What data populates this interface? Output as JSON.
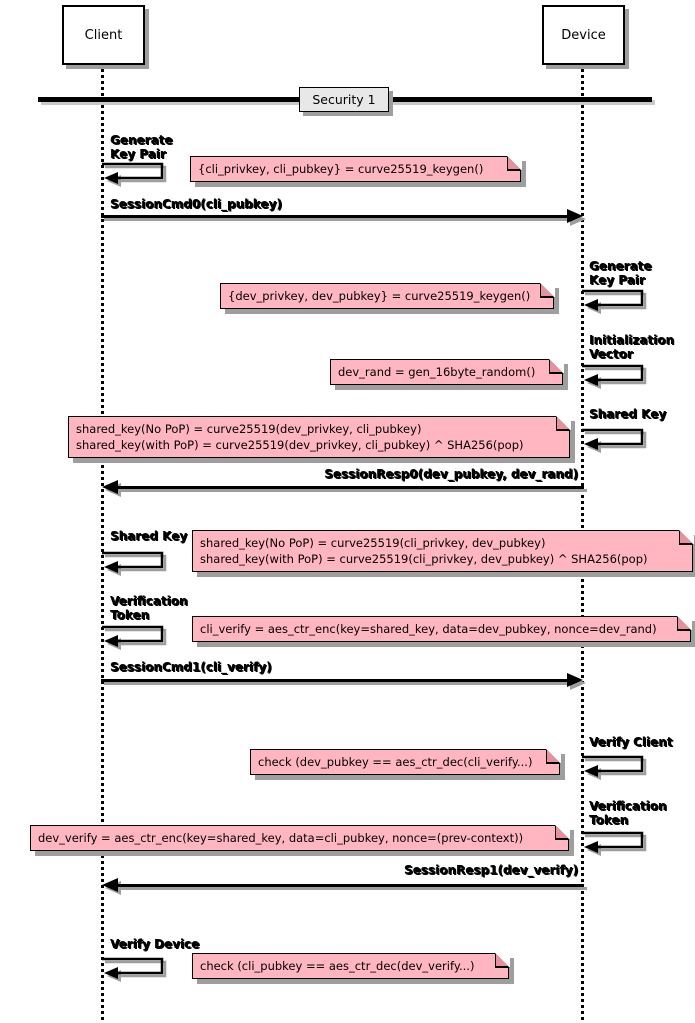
{
  "actors": [
    {
      "name": "Client"
    },
    {
      "name": "Device"
    }
  ],
  "separator": {
    "label": "Security 1"
  },
  "colors": {
    "note_fill": "#ffb6c1",
    "note_border": "#000000",
    "shadow": "#9e9e9e",
    "line": "#000000",
    "separator_fill": "#e8e8e8"
  },
  "steps": [
    {
      "id": 1,
      "type": "self-action",
      "actor": "Client",
      "label": "Generate\nKey Pair",
      "note": "{cli_privkey, cli_pubkey} = curve25519_keygen()"
    },
    {
      "id": 2,
      "type": "message",
      "from": "Client",
      "to": "Device",
      "label": "SessionCmd0(cli_pubkey)"
    },
    {
      "id": 3,
      "type": "self-action",
      "actor": "Device",
      "label": "Generate\nKey Pair",
      "note": "{dev_privkey, dev_pubkey} = curve25519_keygen()"
    },
    {
      "id": 4,
      "type": "self-action",
      "actor": "Device",
      "label": "Initialization\nVector",
      "note": "dev_rand = gen_16byte_random()"
    },
    {
      "id": 5,
      "type": "self-action",
      "actor": "Device",
      "label": "Shared Key",
      "note": "shared_key(No PoP) = curve25519(dev_privkey, cli_pubkey)\nshared_key(with PoP) = curve25519(dev_privkey, cli_pubkey) ^ SHA256(pop)"
    },
    {
      "id": 6,
      "type": "message",
      "from": "Device",
      "to": "Client",
      "label": "SessionResp0(dev_pubkey, dev_rand)"
    },
    {
      "id": 7,
      "type": "self-action",
      "actor": "Client",
      "label": "Shared Key",
      "note": "shared_key(No PoP) = curve25519(cli_privkey, dev_pubkey)\nshared_key(with PoP) = curve25519(cli_privkey, dev_pubkey) ^ SHA256(pop)"
    },
    {
      "id": 8,
      "type": "self-action",
      "actor": "Client",
      "label": "Verification\nToken",
      "note": "cli_verify = aes_ctr_enc(key=shared_key, data=dev_pubkey, nonce=dev_rand)"
    },
    {
      "id": 9,
      "type": "message",
      "from": "Client",
      "to": "Device",
      "label": "SessionCmd1(cli_verify)"
    },
    {
      "id": 10,
      "type": "self-action",
      "actor": "Device",
      "label": "Verify Client",
      "note": "check (dev_pubkey == aes_ctr_dec(cli_verify...)"
    },
    {
      "id": 11,
      "type": "self-action",
      "actor": "Device",
      "label": "Verification\nToken",
      "note": "dev_verify = aes_ctr_enc(key=shared_key, data=cli_pubkey, nonce=(prev-context))"
    },
    {
      "id": 12,
      "type": "message",
      "from": "Device",
      "to": "Client",
      "label": "SessionResp1(dev_verify)"
    },
    {
      "id": 13,
      "type": "self-action",
      "actor": "Client",
      "label": "Verify Device",
      "note": "check (cli_pubkey == aes_ctr_dec(dev_verify...)"
    }
  ]
}
